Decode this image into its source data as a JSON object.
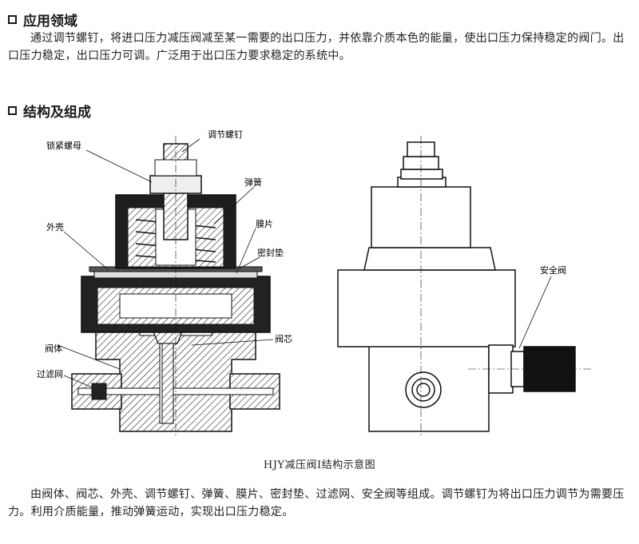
{
  "section1": {
    "title": "应用领域",
    "body": "通过调节螺钉，将进口压力减压阀减至某一需要的出口压力，并依靠介质本色的能量，使出口压力保持稳定的阀门。出口压力稳定，出口压力可调。广泛用于出口压力要求稳定的系统中。"
  },
  "section2": {
    "title": "结构及组成"
  },
  "diagram": {
    "labels": {
      "adjust_screw": "调节螺钉",
      "lock_nut": "锁紧螺母",
      "spring": "弹簧",
      "housing": "外壳",
      "diaphragm": "膜片",
      "seal_gasket": "密封垫",
      "valve_core": "阀芯",
      "valve_body": "阀体",
      "filter": "过滤网",
      "safety_valve": "安全阀"
    },
    "caption": "HJY减压阀I结构示意图"
  },
  "section3": {
    "body": "由阀体、阀芯、外壳、调节螺钉、弹簧、膜片、密封垫、过滤网、安全阀等组成。调节螺钉为将出口压力调节为需要压力。利用介质能量，推动弹簧运动，实现出口压力稳定。"
  }
}
